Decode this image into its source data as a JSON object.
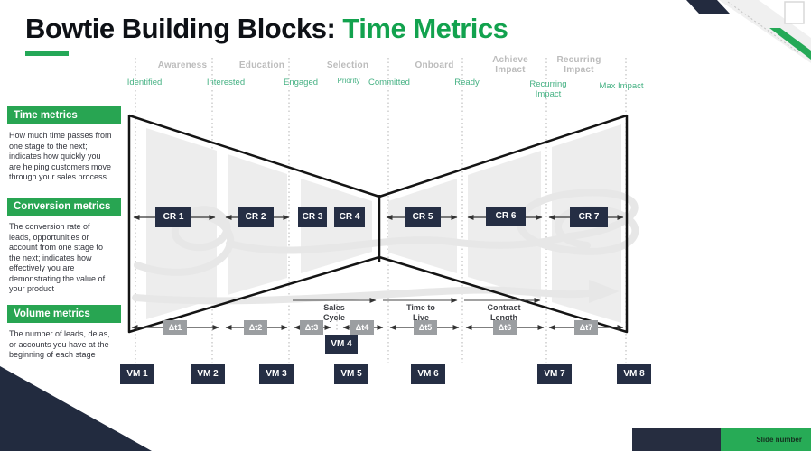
{
  "title": {
    "prefix": "Bowtie Building Blocks: ",
    "highlight": "Time Metrics"
  },
  "stages": [
    "Awareness",
    "Education",
    "Selection",
    "Onboard",
    "Achieve Impact",
    "Recurring Impact"
  ],
  "transitions": [
    "Identified",
    "Interested",
    "Engaged",
    "Priority",
    "Committed",
    "Ready",
    "Recurring Impact",
    "Max Impact"
  ],
  "metrics_legend": [
    {
      "title": "Time  metrics",
      "description": "How much time passes from one stage to the next; indicates how quickly you are helping customers move through your sales process"
    },
    {
      "title": "Conversion metrics",
      "description": "The conversion rate of leads, opportunities or account from one stage to the next; indicates how effectively you are demonstrating the value of your product"
    },
    {
      "title": "Volume metrics",
      "description": "The number of leads, delas, or accounts you have at the beginning of each stage"
    }
  ],
  "conversion_rates": [
    "CR 1",
    "CR 2",
    "CR 3",
    "CR 4",
    "CR 5",
    "CR 6",
    "CR 7"
  ],
  "time_deltas": [
    "Δt1",
    "Δt2",
    "Δt3",
    "Δt4",
    "Δt5",
    "Δt6",
    "Δt7"
  ],
  "volumes": [
    "VM 1",
    "VM 2",
    "VM 3",
    "VM 4",
    "VM 5",
    "VM 6",
    "VM 7",
    "VM 8"
  ],
  "duration_spans": [
    "Sales Cycle",
    "Time to Live",
    "Contract Length"
  ],
  "footer": {
    "slide_label": "Slide number"
  },
  "colors": {
    "green": "#24a857",
    "green_text": "#45b183",
    "navy": "#252e44",
    "gray_box": "#9b9ea1",
    "gray_label": "#bcbcbc",
    "panel": "#ededed"
  }
}
